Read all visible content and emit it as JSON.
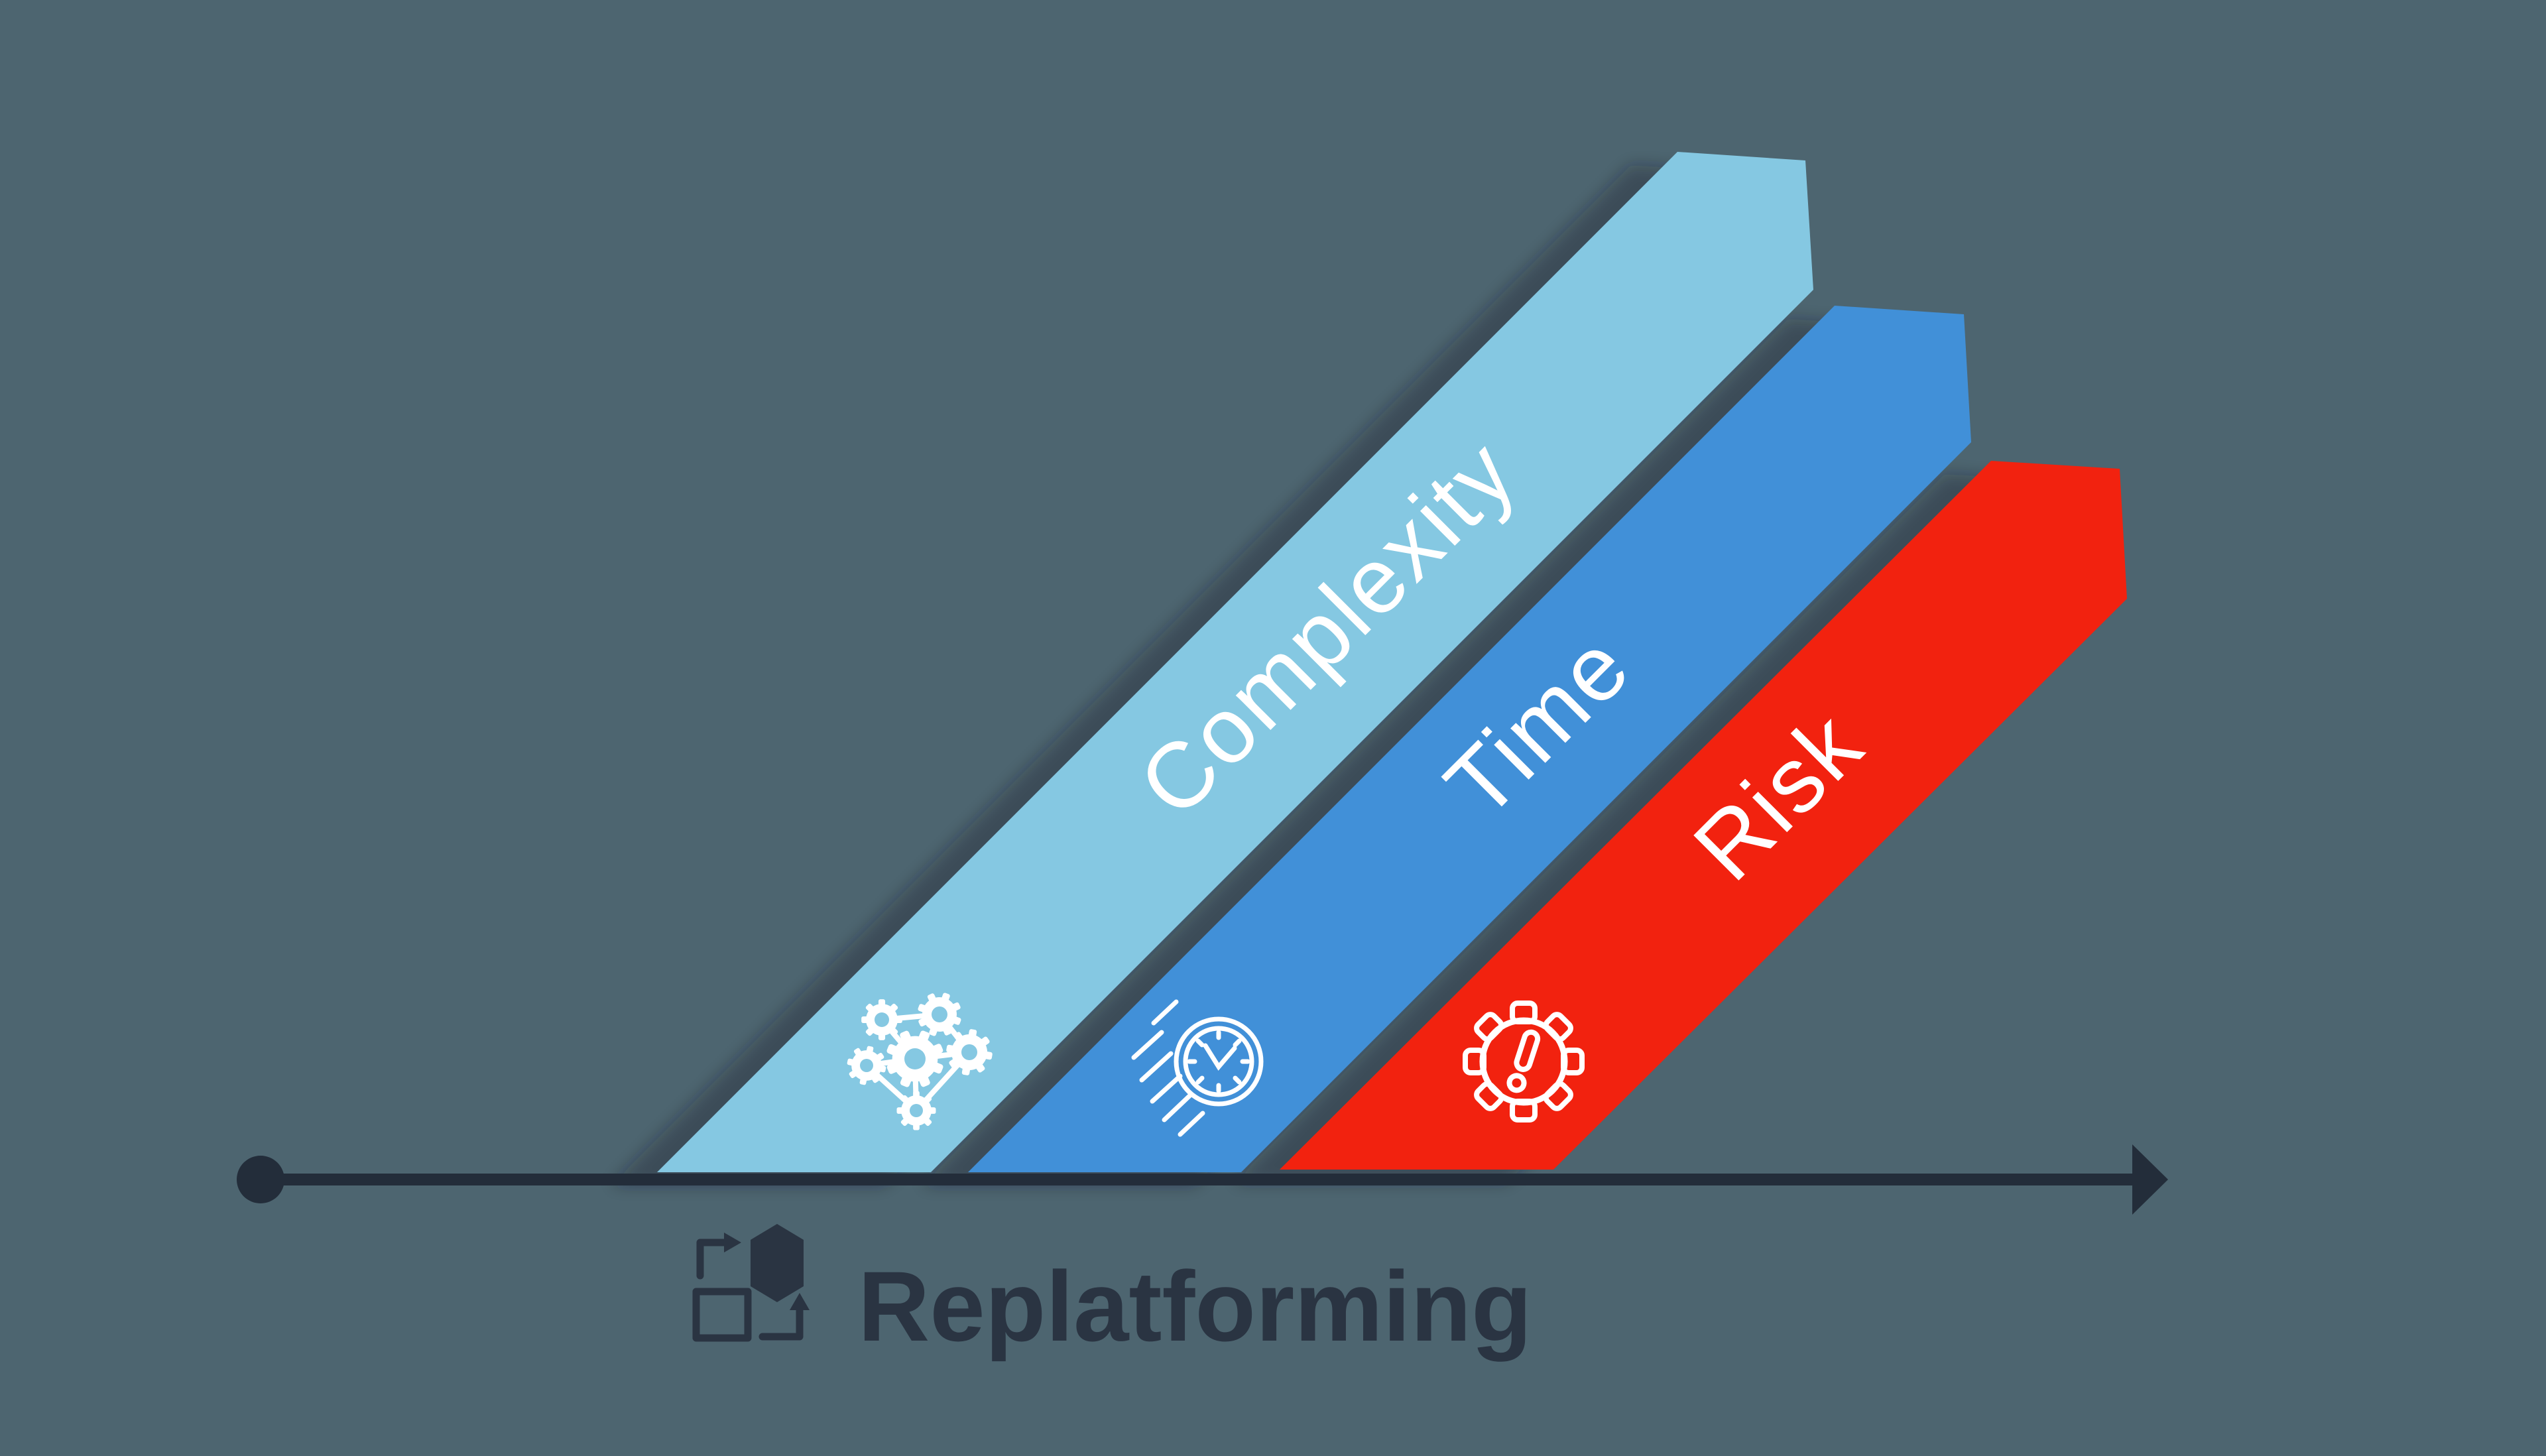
{
  "background_color": "#4d6570",
  "shadow_color": "#16242e",
  "icon_color": "#ffffff",
  "bands": [
    {
      "label": "Complexity",
      "color": "#85c8e2",
      "label_color": "#ffffff",
      "icon": "network-gears-icon"
    },
    {
      "label": "Time",
      "color": "#4190d8",
      "label_color": "#ffffff",
      "icon": "speeding-clock-icon"
    },
    {
      "label": "Risk",
      "color": "#f2220f",
      "label_color": "#ffffff",
      "icon": "alert-gear-icon"
    }
  ],
  "axis": {
    "color": "#232d3a",
    "label": "Replatforming",
    "label_color": "#2a3442",
    "icon": "replatform-swap-icon"
  }
}
